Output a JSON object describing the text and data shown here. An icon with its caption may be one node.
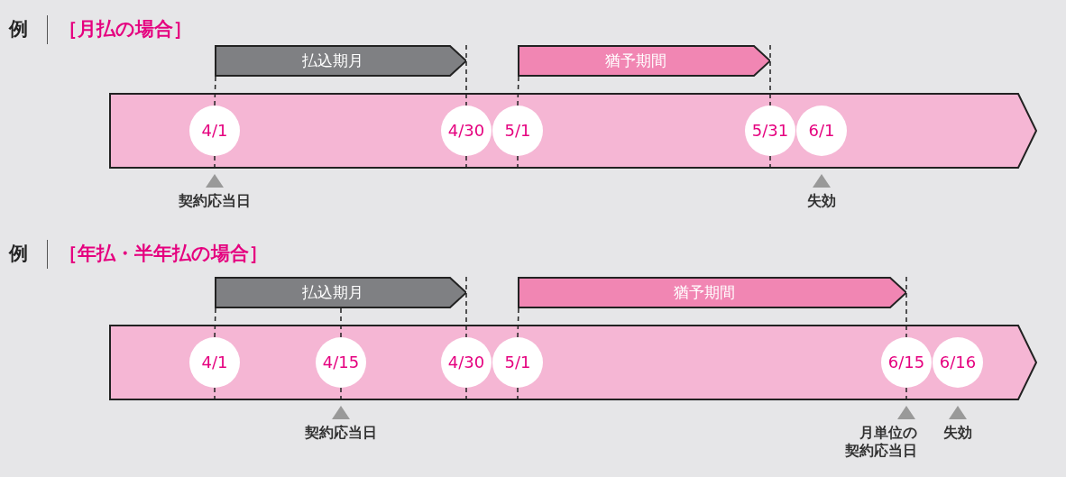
{
  "diagram": {
    "nodes": [
      {
        "text": [
          "払込期月"
        ]
      },
      {
        "text": [
          "猶予期間"
        ]
      },
      {
        "text": [],
        "shape": "bar"
      },
      {
        "text": [
          "4/1"
        ],
        "in": 2,
        "beside": [
          "契約応当日"
        ]
      },
      {
        "text": [
          "4/30"
        ],
        "in": 2
      },
      {
        "text": [
          "5/1"
        ],
        "in": 2
      },
      {
        "text": [
          "5/31"
        ],
        "in": 2
      },
      {
        "text": [
          "6/1"
        ],
        "in": 2,
        "beside": [
          "失効"
        ]
      },
      {
        "text": [
          "払込期月"
        ]
      },
      {
        "text": [
          "猶予期間"
        ]
      },
      {
        "text": [],
        "shape": "bar"
      },
      {
        "text": [
          "4/1"
        ],
        "in": 10
      },
      {
        "text": [
          "4/15"
        ],
        "in": 10,
        "beside": [
          "契約応当日"
        ]
      },
      {
        "text": [
          "4/30"
        ],
        "in": 10
      },
      {
        "text": [
          "5/1"
        ],
        "in": 10
      },
      {
        "text": [
          "6/15"
        ],
        "in": 10,
        "beside": [
          "月単位の契約応当日"
        ]
      },
      {
        "text": [
          "6/16"
        ],
        "in": 10,
        "beside": [
          "失効"
        ]
      }
    ],
    "edges": [
      {
        "from": 0,
        "to": 3,
        "arrow": "none",
        "style": "dashed"
      },
      {
        "from": 0,
        "to": 4,
        "arrow": "none",
        "style": "dashed"
      },
      {
        "from": 1,
        "to": 5,
        "arrow": "none",
        "style": "dashed"
      },
      {
        "from": 1,
        "to": 6,
        "arrow": "none",
        "style": "dashed"
      },
      {
        "from": 8,
        "to": 11,
        "arrow": "none",
        "style": "dashed"
      },
      {
        "from": 8,
        "to": 12,
        "arrow": "none",
        "style": "dashed"
      },
      {
        "from": 8,
        "to": 13,
        "arrow": "none",
        "style": "dashed"
      },
      {
        "from": 9,
        "to": 14,
        "arrow": "none",
        "style": "dashed"
      },
      {
        "from": 9,
        "to": 15,
        "arrow": "none",
        "style": "dashed"
      }
    ],
    "labels": [
      "例",
      "［月払の場合］",
      "例",
      "［年払・半年払の場合］"
    ]
  }
}
